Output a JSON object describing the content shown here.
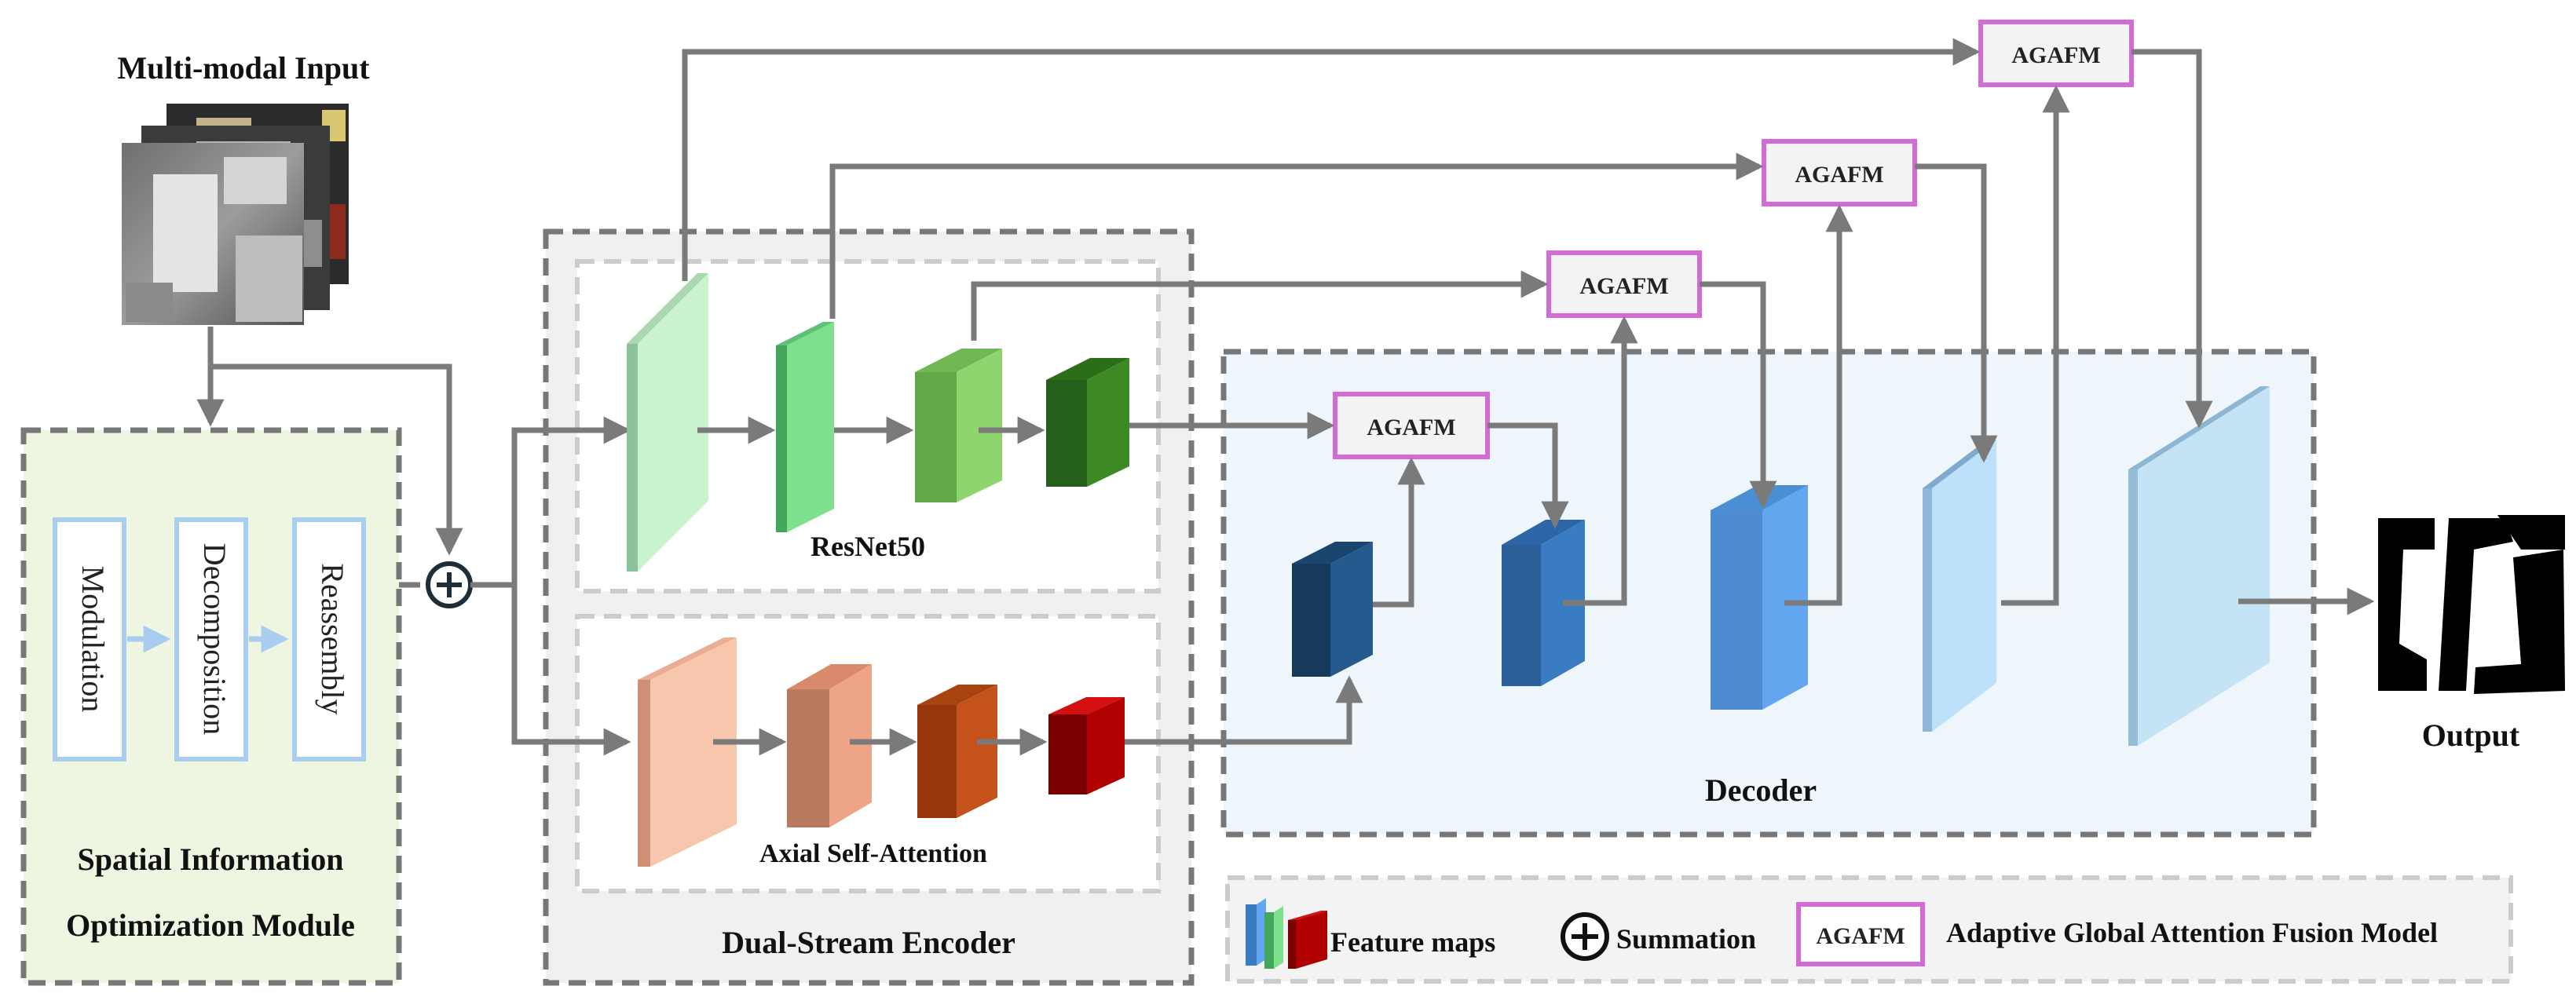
{
  "input": {
    "title": "Multi-modal Input"
  },
  "sio_module": {
    "title_line1": "Spatial Information",
    "title_line2": "Optimization Module",
    "steps": [
      "Modulation",
      "Decomposition",
      "Reassembly"
    ]
  },
  "encoder": {
    "title": "Dual-Stream Encoder",
    "resnet_label": "ResNet50",
    "axial_label": "Axial Self-Attention"
  },
  "decoder": {
    "title": "Decoder"
  },
  "fusion": {
    "block_label": "AGAFM"
  },
  "output": {
    "title": "Output"
  },
  "summation_symbol": "+",
  "legend": {
    "feature_maps": "Feature maps",
    "summation": "Summation",
    "agafm_box": "AGAFM",
    "agafm_desc": "Adaptive Global Attention Fusion Model"
  },
  "colors": {
    "flow": "#7a7a7a",
    "agafm_border": "#d36ad6",
    "resnet_stream": [
      "#c9f2cf",
      "#7fe08e",
      "#8fd56e",
      "#3d8a25"
    ],
    "attention_stream": [
      "#f7c6ad",
      "#eea487",
      "#c4521a",
      "#b00000"
    ],
    "decoder_stream": [
      "#255a8e",
      "#3a7cc4",
      "#61a6ee",
      "#bde0fb",
      "#c4e4f6"
    ]
  }
}
